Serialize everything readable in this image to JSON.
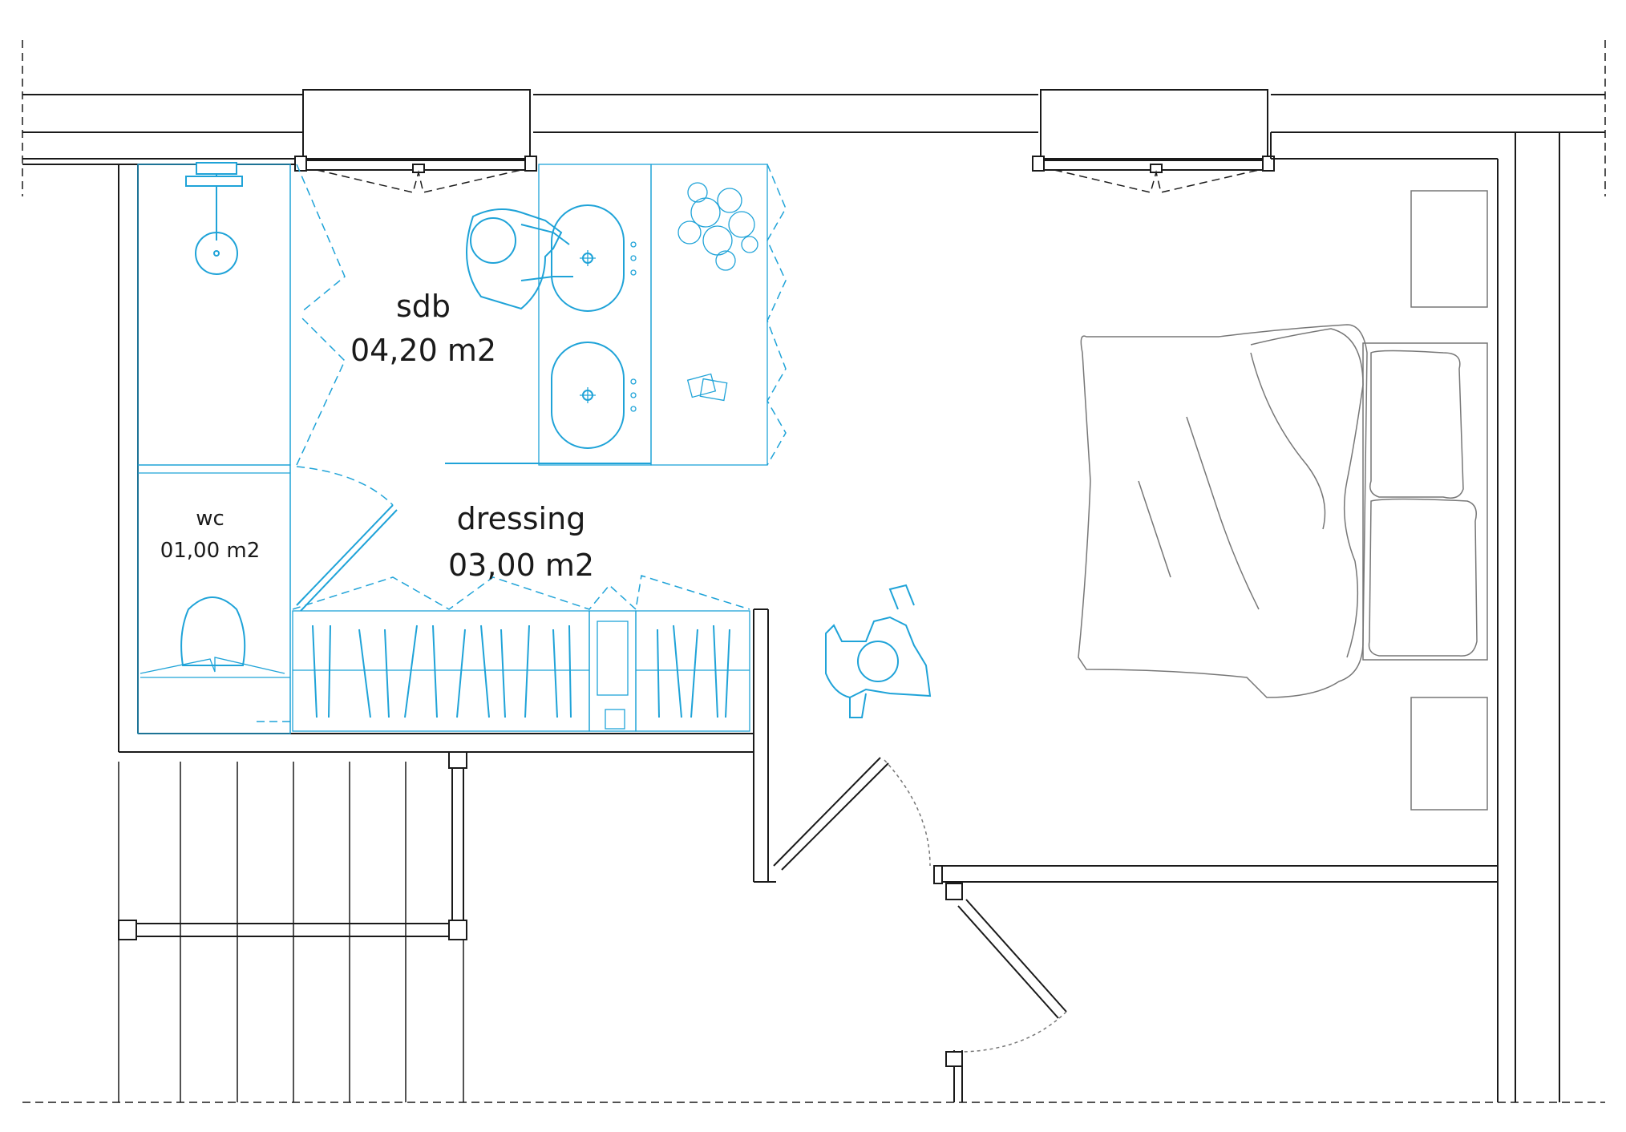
{
  "rooms": {
    "sdb": {
      "name": "sdb",
      "area": "04,20 m2"
    },
    "wc": {
      "name": "wc",
      "area": "01,00 m2"
    },
    "dressing": {
      "name": "dressing",
      "area": "03,00 m2"
    }
  },
  "colors": {
    "wall": "#1a1a1a",
    "fixtures": "#1fa3d8",
    "furniture": "#777777",
    "background": "#ffffff"
  }
}
